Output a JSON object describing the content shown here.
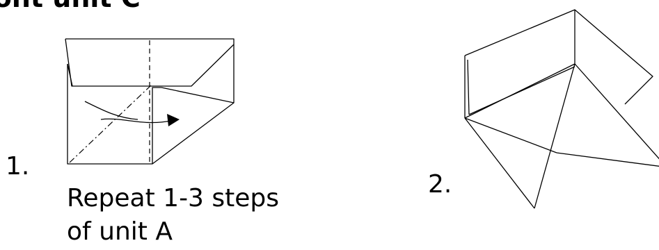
{
  "title": "ront unit C",
  "steps": [
    {
      "number": "1."
    },
    {
      "number": "2."
    }
  ],
  "caption": {
    "line1": "Repeat 1-3 steps",
    "line2": "of unit A"
  },
  "colors": {
    "ink": "#000000",
    "background": "#ffffff"
  }
}
